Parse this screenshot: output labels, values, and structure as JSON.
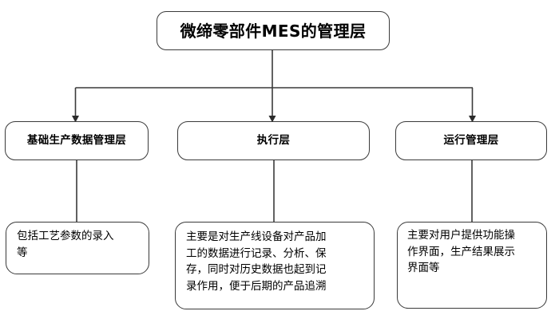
{
  "diagram": {
    "type": "hierarchy-flowchart",
    "background_color": "#ffffff",
    "line_color": "#3a3a3a",
    "text_color": "#000000",
    "root": {
      "id": "root",
      "label": "微缔零部件MES的管理层"
    },
    "layers": [
      {
        "id": "layer-foundation",
        "label": "基础生产数据管理层",
        "description": "包括工艺参数的录入\n等"
      },
      {
        "id": "layer-execution",
        "label": "执行层",
        "description": "主要是对生产线设备对产品加\n工的数据进行记录、分析、保\n存，同时对历史数据也起到记\n录作用，便于后期的产品追溯"
      },
      {
        "id": "layer-operation",
        "label": "运行管理层",
        "description": "主要对用户提供功能操\n作界面，生产结果展示\n界面等"
      }
    ],
    "connectors": [
      {
        "id": "root-to-bus",
        "from": "root",
        "to": "bus",
        "arrow": false
      },
      {
        "id": "bus-to-foundation",
        "from": "bus",
        "to": "layer-foundation",
        "arrow": true
      },
      {
        "id": "bus-to-execution",
        "from": "bus",
        "to": "layer-execution",
        "arrow": true
      },
      {
        "id": "bus-to-operation",
        "from": "bus",
        "to": "layer-operation",
        "arrow": true
      },
      {
        "id": "foundation-to-desc",
        "from": "layer-foundation",
        "to": "desc-foundation",
        "arrow": false
      },
      {
        "id": "execution-to-desc",
        "from": "layer-execution",
        "to": "desc-execution",
        "arrow": false
      },
      {
        "id": "operation-to-desc",
        "from": "layer-operation",
        "to": "desc-operation",
        "arrow": false
      }
    ]
  }
}
